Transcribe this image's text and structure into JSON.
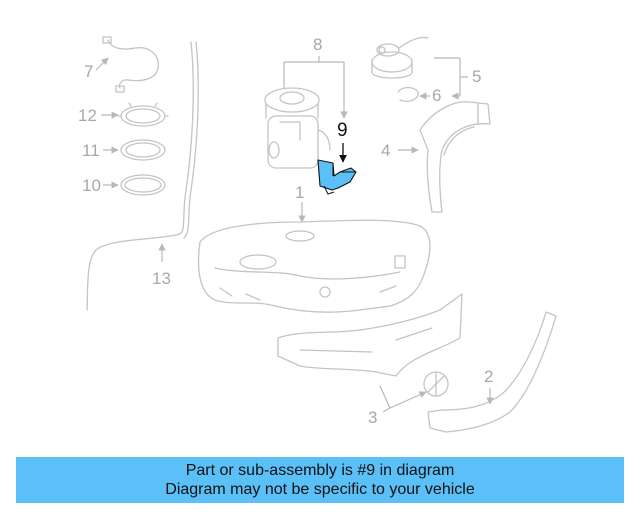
{
  "diagram": {
    "callouts": {
      "c1": "1",
      "c2": "2",
      "c3": "3",
      "c4": "4",
      "c5": "5",
      "c6": "6",
      "c7": "7",
      "c8": "8",
      "c9": "9",
      "c10": "10",
      "c11": "11",
      "c12": "12",
      "c13": "13"
    },
    "highlight_part": "9",
    "highlight_color": "#5bc0f7",
    "linework_color": "#c4c4c4"
  },
  "caption": {
    "line1": "Part or sub-assembly is #9 in diagram",
    "line2": "Diagram may not be specific to your vehicle",
    "background": "#5bc0f7"
  }
}
